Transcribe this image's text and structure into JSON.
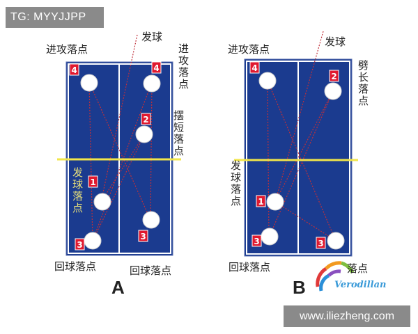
{
  "watermark_tag": "TG: MYYJJPP",
  "watermark_url": "www.iliezheng.com",
  "brand_name": "Verodillan",
  "colors": {
    "table": "#1b3b8f",
    "net": "#f2e64a",
    "marker": "#e0192f",
    "line_white": "#ffffff",
    "trajectory": "#c0303a"
  },
  "diagram_a": {
    "caption": "A",
    "serve_label": "发球",
    "attack_landing_label": "进攻落点",
    "attack_landing_vertical": "进攻落点",
    "short_drop_label": "摆短落点",
    "serve_landing_label": "发球落点",
    "return_landing_left": "回球落点",
    "return_landing_right": "回球落点",
    "markers": [
      "4",
      "4",
      "2",
      "1",
      "3",
      "3"
    ]
  },
  "diagram_b": {
    "caption": "B",
    "serve_label": "发球",
    "attack_landing_label": "进攻落点",
    "long_drive_label": "劈长落点",
    "serve_landing_label": "发球落点",
    "return_landing_left": "回球落点",
    "return_landing_right_partial": "落点",
    "markers": [
      "4",
      "2",
      "1",
      "3",
      "3"
    ]
  }
}
